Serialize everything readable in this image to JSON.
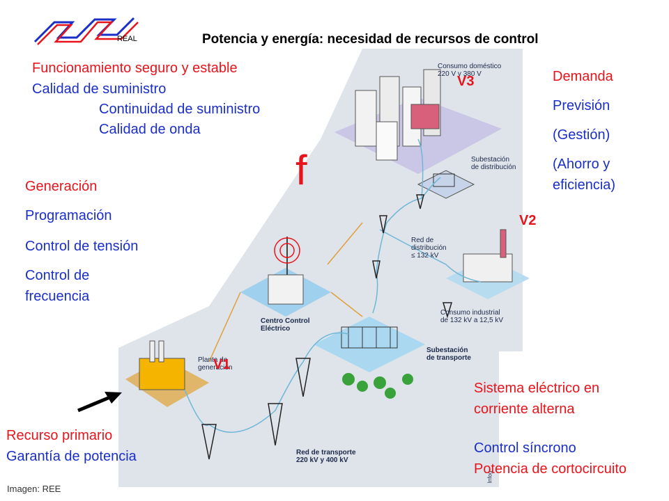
{
  "header": {
    "logo_text": "REAL",
    "title": "Potencia y energía: necesidad de recursos de control"
  },
  "top_left": {
    "line1": "Funcionamiento seguro y estable",
    "line2": "Calidad de suministro",
    "line3": "Continuidad de suministro",
    "line4": "Calidad de onda"
  },
  "left_list": [
    "Generación",
    "Programación",
    "Control de tensión",
    "Control de",
    "frecuencia"
  ],
  "right_list": [
    "Demanda",
    "Previsión",
    "(Gestión)",
    "(Ahorro y",
    "eficiencia)"
  ],
  "bottom_left": {
    "line1": "Recurso primario",
    "line2": "Garantía de potencia",
    "credit": "Imagen: REE"
  },
  "bottom_right": {
    "line1": "Sistema eléctrico en",
    "line2": "corriente alterna",
    "line3": "Control síncrono",
    "line4": "Potencia de cortocircuito"
  },
  "voltages": {
    "v1": "V1",
    "v2": "V2",
    "v3": "V3"
  },
  "freq": "f",
  "map_labels": {
    "consumo_dom_1": "Consumo doméstico",
    "consumo_dom_2": "220 V y 380 V",
    "sub_dist_1": "Subestación",
    "sub_dist_2": "de distribución",
    "red_dist_1": "Red de",
    "red_dist_2": "distribución",
    "red_dist_3": "≤ 132 kV",
    "consumo_ind_1": "Consumo industrial",
    "consumo_ind_2": "de 132 kV a 12,5 kV",
    "centro_1": "Centro Control",
    "centro_2": "Eléctrico",
    "sub_trans_1": "Subestación",
    "sub_trans_2": "de transporte",
    "planta_1": "Planta de",
    "planta_2": "generación",
    "red_trans_1": "Red de transporte",
    "red_trans_2": "220 kV y 400 kV",
    "infog": "Infog"
  },
  "colors": {
    "red": "#e8141c",
    "blue": "#1a2ec8",
    "map_bg": "#dfe3ea"
  }
}
